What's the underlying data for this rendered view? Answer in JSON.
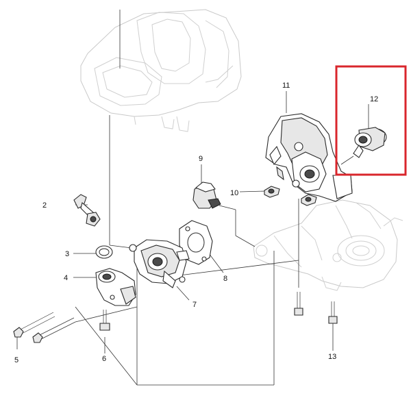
{
  "callouts": {
    "c2": "2",
    "c3": "3",
    "c4": "4",
    "c5": "5",
    "c6": "6",
    "c7": "7",
    "c8": "8",
    "c9": "9",
    "c10": "10",
    "c11": "11",
    "c12": "12",
    "c13": "13"
  },
  "highlight": {
    "color": "#d9262c"
  }
}
